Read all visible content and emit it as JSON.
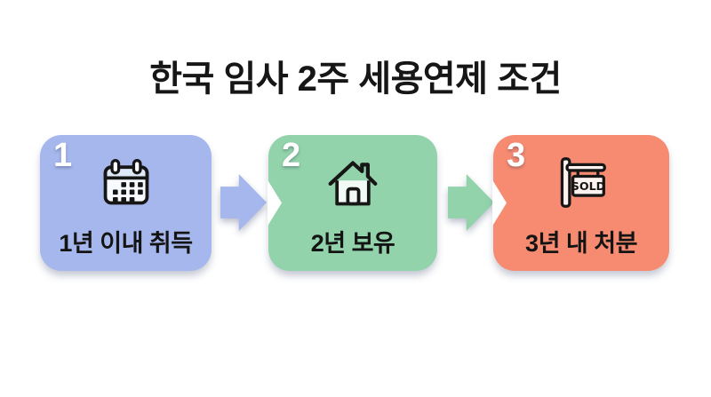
{
  "title": "한국 임사 2주 세용연제 조건",
  "colors": {
    "background": "#ffffff",
    "title_text": "#161616",
    "label_text": "#141414",
    "number_text": "#ffffff",
    "step1": "#a5b7ec",
    "step2": "#92d3ab",
    "step3": "#f78b71"
  },
  "steps": [
    {
      "number": "1",
      "label": "1년 이내 취득",
      "icon": "calendar-icon"
    },
    {
      "number": "2",
      "label": "2년 보유",
      "icon": "house-icon"
    },
    {
      "number": "3",
      "label": "3년 내 처분",
      "icon": "sold-sign-icon",
      "sign_text": "SOLD"
    }
  ]
}
